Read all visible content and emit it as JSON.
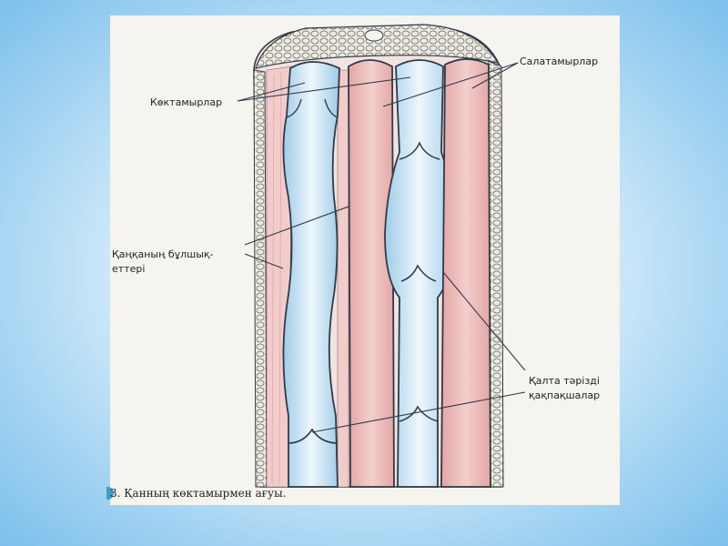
{
  "figure": {
    "labels": {
      "veins": "Көктамырлар",
      "arteries": "Салатамырлар",
      "muscles_line1": "Қаңқаның  бұлшық-",
      "muscles_line2": "еттері",
      "valves_line1": "Қалта  тәрізді",
      "valves_line2": "қақпақшалар"
    },
    "caption": "3. Қанның көктамырмен ағуы."
  },
  "colors": {
    "background_edge": "#7cc0ec",
    "panel": "#f6f4ee",
    "vein_blue": "#bcdcf0",
    "artery_pink": "#eab7b5",
    "muscle_pink": "#f2cccb",
    "outline": "#2f3a48"
  }
}
